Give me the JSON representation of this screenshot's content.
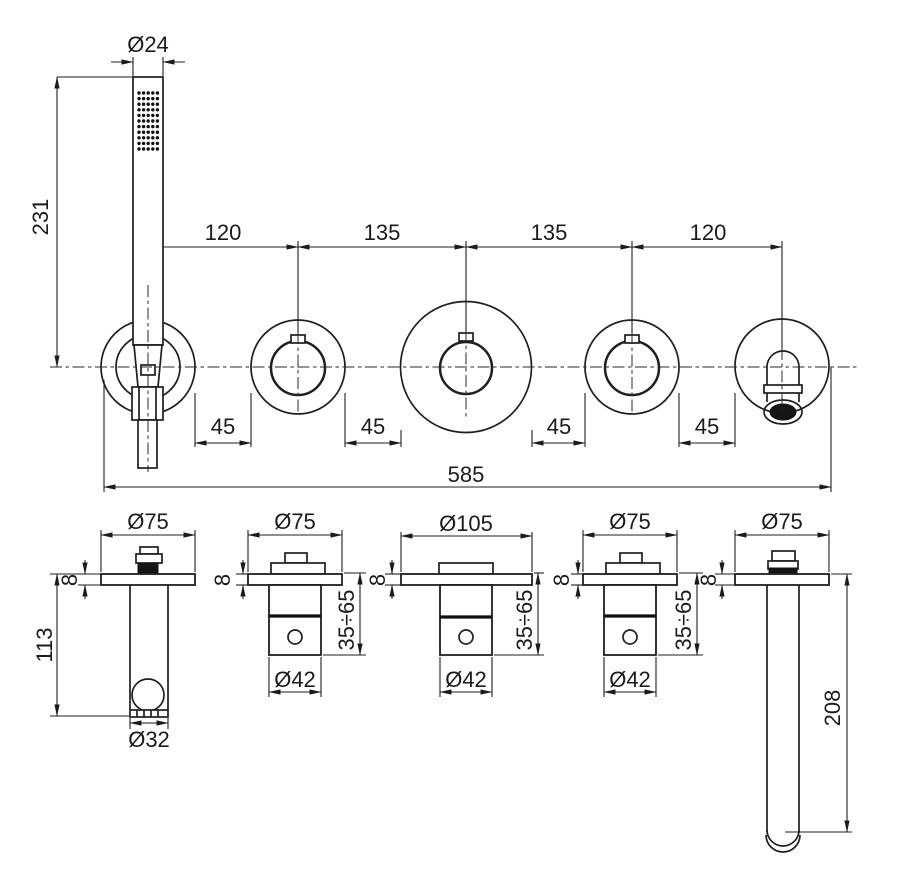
{
  "top_view": {
    "handshower_diameter": "Ø24",
    "handshower_length": "231",
    "center_spacings": [
      "120",
      "135",
      "135",
      "120"
    ],
    "edge_gaps": [
      "45",
      "45",
      "45",
      "45"
    ],
    "overall_width": "585"
  },
  "side_views": {
    "plate_diameters": [
      "Ø75",
      "Ø75",
      "Ø105",
      "Ø75",
      "Ø75"
    ],
    "plate_thicknesses": [
      "8",
      "8",
      "8",
      "8",
      "8"
    ],
    "holder_projection": "113",
    "holder_outlet_diameter": "Ø32",
    "valve_depth_ranges": [
      "35÷65",
      "35÷65",
      "35÷65"
    ],
    "valve_body_diameters": [
      "35÷65",
      "35÷65",
      "35÷65"
    ],
    "valve_body_diameters_labels": [
      "Ø42",
      "Ø42",
      "Ø42"
    ],
    "spout_length": "208"
  }
}
